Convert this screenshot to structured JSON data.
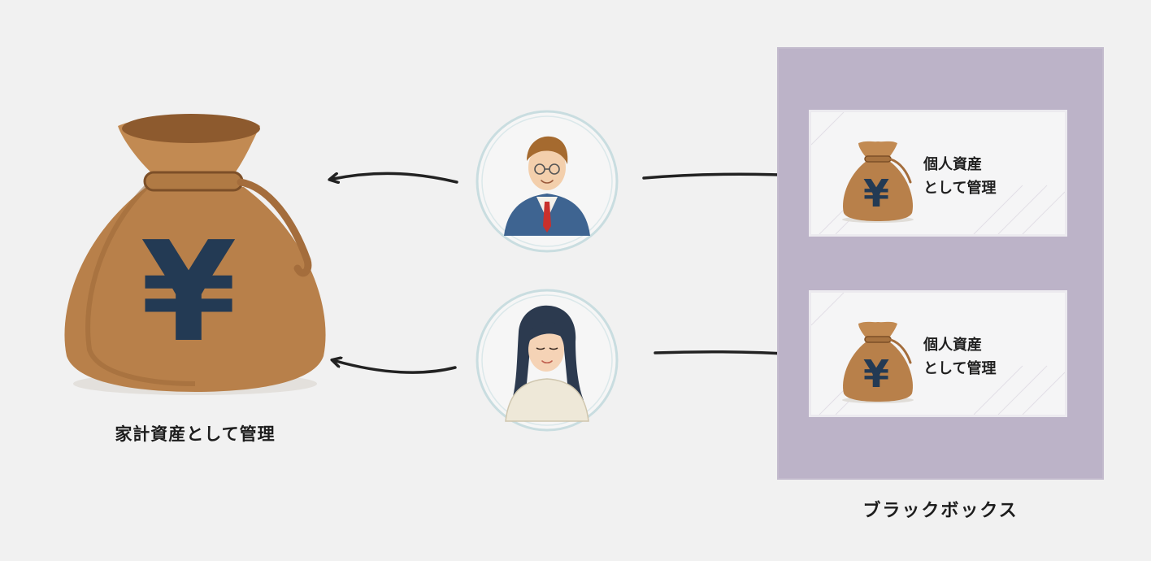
{
  "household": {
    "caption": "家計資産として管理",
    "bag_symbol": "¥"
  },
  "people": [
    {
      "role": "man",
      "icon": "businessman-avatar-icon"
    },
    {
      "role": "woman",
      "icon": "woman-avatar-icon"
    }
  ],
  "blackbox": {
    "caption": "ブラックボックス",
    "cards": [
      {
        "line1": "個人資産",
        "line2": "として管理",
        "bag_symbol": "¥"
      },
      {
        "line1": "個人資産",
        "line2": "として管理",
        "bag_symbol": "¥"
      }
    ]
  },
  "colors": {
    "background": "#f1f1f1",
    "blackbox": "#bcb3c8",
    "bag": "#b8804a",
    "yen": "#233a54",
    "arrow": "#222222"
  }
}
